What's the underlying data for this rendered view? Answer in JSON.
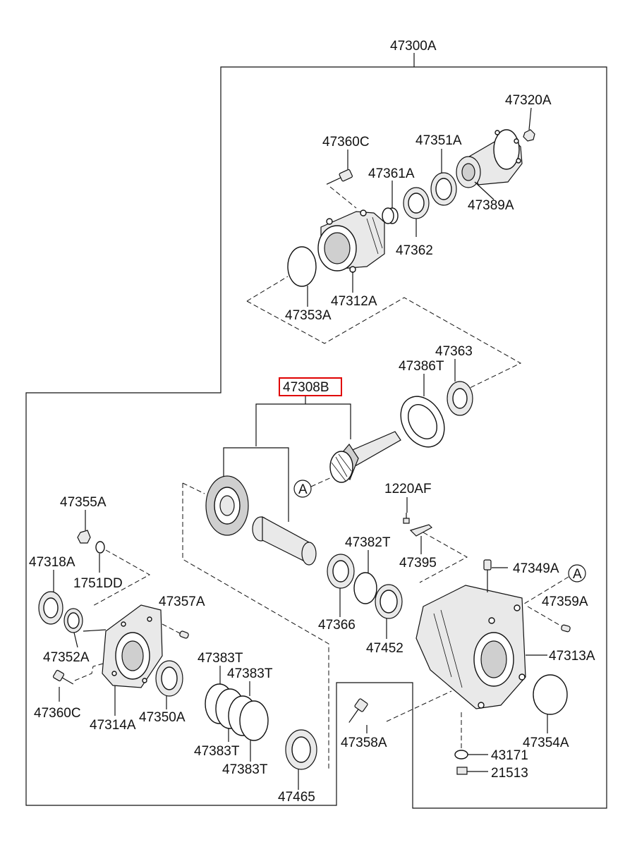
{
  "labels": {
    "l47300A": "47300A",
    "l47320A": "47320A",
    "l47360C_top": "47360C",
    "l47351A": "47351A",
    "l47361A": "47361A",
    "l47389A": "47389A",
    "l47362": "47362",
    "l47312A": "47312A",
    "l47353A": "47353A",
    "l47363": "47363",
    "l47386T": "47386T",
    "l47308B": "47308B",
    "lA_ref1": "A",
    "l1220AF": "1220AF",
    "l47395": "47395",
    "l47355A": "47355A",
    "l47318A": "47318A",
    "l1751DD": "1751DD",
    "l47382T": "47382T",
    "l47349A": "47349A",
    "lA_ref2": "A",
    "l47359A": "47359A",
    "l47357A": "47357A",
    "l47366": "47366",
    "l47452": "47452",
    "l47313A": "47313A",
    "l47352A": "47352A",
    "l47383T_a": "47383T",
    "l47383T_b": "47383T",
    "l47360C_bot": "47360C",
    "l47314A": "47314A",
    "l47350A": "47350A",
    "l47383T_c": "47383T",
    "l47383T_d": "47383T",
    "l47358A": "47358A",
    "l47354A": "47354A",
    "l43171": "43171",
    "l21513": "21513",
    "l47465": "47465"
  },
  "colors": {
    "highlight": "#e00000",
    "line": "#111111"
  },
  "highlighted_part": "47308B"
}
